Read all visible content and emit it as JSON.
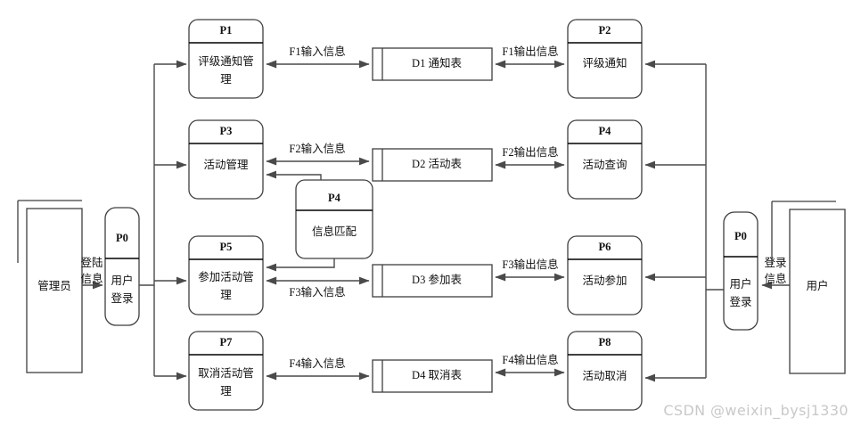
{
  "diagram": {
    "type": "data-flow-diagram",
    "title": "",
    "watermark": "CSDN @weixin_bysj1330",
    "external_entities": [
      {
        "id": "admin",
        "label": "管理员",
        "side": "left"
      },
      {
        "id": "user",
        "label": "用户",
        "side": "right"
      }
    ],
    "login_processes": [
      {
        "id": "P0L",
        "code": "P0",
        "label_line1": "用户",
        "label_line2": "登录",
        "side": "left"
      },
      {
        "id": "P0R",
        "code": "P0",
        "label_line1": "用户",
        "label_line2": "登录",
        "side": "right"
      }
    ],
    "processes_left": [
      {
        "code": "P1",
        "label_line1": "评级通知管",
        "label_line2": "理"
      },
      {
        "code": "P3",
        "label_line1": "活动管理",
        "label_line2": ""
      },
      {
        "code": "P5",
        "label_line1": "参加活动管",
        "label_line2": "理"
      },
      {
        "code": "P7",
        "label_line1": "取消活动管",
        "label_line2": "理"
      }
    ],
    "processes_right": [
      {
        "code": "P2",
        "label_line1": "评级通知",
        "label_line2": ""
      },
      {
        "code": "P4",
        "label_line1": "活动查询",
        "label_line2": ""
      },
      {
        "code": "P6",
        "label_line1": "活动参加",
        "label_line2": ""
      },
      {
        "code": "P8",
        "label_line1": "活动取消",
        "label_line2": ""
      }
    ],
    "match_process": {
      "code": "P4",
      "label": "信息匹配"
    },
    "data_stores": [
      {
        "code": "D1",
        "label": "D1 通知表"
      },
      {
        "code": "D2",
        "label": "D2 活动表"
      },
      {
        "code": "D3",
        "label": "D3 参加表"
      },
      {
        "code": "D4",
        "label": "D4 取消表"
      }
    ],
    "flows_in": [
      {
        "label": "F1输入信息"
      },
      {
        "label": "F2输入信息"
      },
      {
        "label": "F3输入信息"
      },
      {
        "label": "F4输入信息"
      }
    ],
    "flows_out": [
      {
        "label": "F1输出信息"
      },
      {
        "label": "F2输出信息"
      },
      {
        "label": "F3输出信息"
      },
      {
        "label": "F4输出信息"
      }
    ],
    "login_flows": [
      {
        "id": "admin-login",
        "label_line1": "登陆",
        "label_line2": "信息"
      },
      {
        "id": "user-login",
        "label_line1": "登录",
        "label_line2": "信息"
      }
    ],
    "colors": {
      "background": "#ffffff",
      "line": "#3f3f3f",
      "line_dark": "#000000",
      "text": "#111111",
      "watermark": "#c9c9c9"
    }
  }
}
